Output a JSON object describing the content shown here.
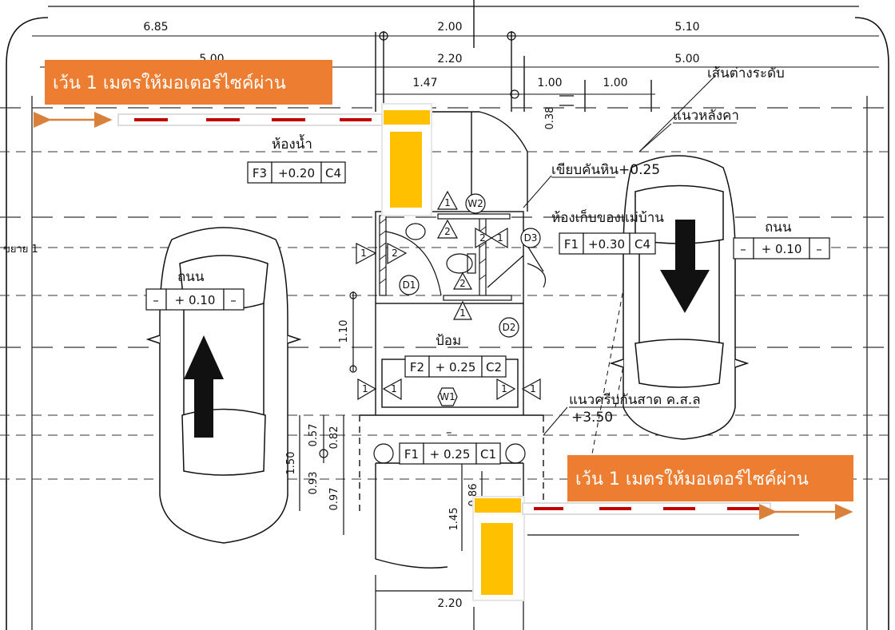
{
  "colors": {
    "banner": "#ED7D31",
    "barrier_stripe": "#C00000",
    "gate_post": "#FFC000",
    "arrow_double": "#D9803A",
    "line": "#1a1a1a"
  },
  "dimensions": {
    "top_left": "6.85",
    "top_mid": "2.00",
    "top_right": "5.10",
    "second_left": "5.00",
    "second_mid": "2.20",
    "second_right": "5.00",
    "d_147": "1.47",
    "d_100a": "1.00",
    "d_100b": "1.00",
    "d_038": "0.38",
    "d_110": "1.10",
    "d_057": "0.57",
    "d_082": "0.82",
    "d_150": "1.50",
    "d_093": "0.93",
    "d_097": "0.97",
    "d_145": "1.45",
    "d_086": "0.86",
    "bottom_mid": "2.20"
  },
  "labels": {
    "bathroom": "ห้องน้ำ",
    "storage": "ห้องเก็บของแม่บ้าน",
    "booth": "ป้อม",
    "road_left": "ถนน",
    "road_right": "ถนน",
    "level_line": "เส้นต่างระดับ",
    "roof_line": "แนวหลังคา",
    "curb": "เขียบคันหิน+0.25",
    "canopy": "แนวครีบกันสาด ค.ส.ล",
    "canopy_level": "+3.50",
    "side_text": "ขยาย  1",
    "dash": "–"
  },
  "tags": {
    "bathroom": [
      "F3",
      "+0.20",
      "C4"
    ],
    "storage": [
      "F1",
      "+0.30",
      "C4"
    ],
    "booth": [
      "F2",
      "+ 0.25",
      "C2"
    ],
    "entry": [
      "F1",
      "+ 0.25",
      "C1"
    ],
    "road_left": [
      "–",
      "+ 0.10",
      "–"
    ],
    "road_right": [
      "–",
      "+ 0.10",
      "–"
    ]
  },
  "markers": {
    "w1": "W1",
    "w2": "W2",
    "d1": "D1",
    "d2": "D2",
    "d3": "D3",
    "one": "1",
    "two": "2"
  },
  "banners": {
    "top": "เว้น 1 เมตรให้มอเตอร์ไซค์ผ่าน",
    "bottom": "เว้น 1 เมตรให้มอเตอร์ไซค์ผ่าน"
  }
}
